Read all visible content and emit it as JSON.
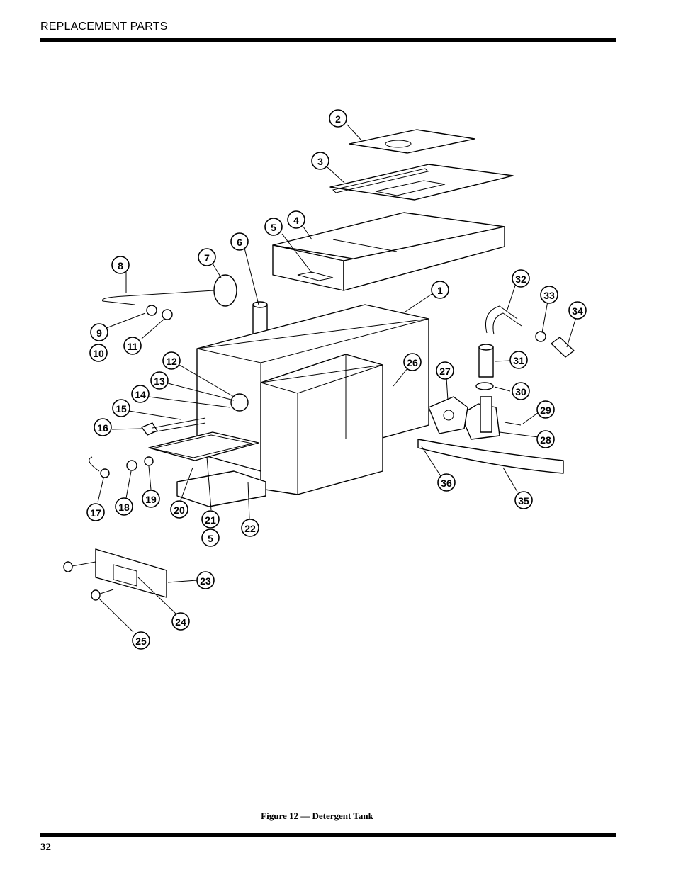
{
  "header": {
    "section_title": "REPLACEMENT PARTS"
  },
  "figure": {
    "caption": "Figure 12 — Detergent Tank",
    "callouts": [
      {
        "id": "c2",
        "label": "2"
      },
      {
        "id": "c3",
        "label": "3"
      },
      {
        "id": "c4",
        "label": "4"
      },
      {
        "id": "c5a",
        "label": "5"
      },
      {
        "id": "c6",
        "label": "6"
      },
      {
        "id": "c7",
        "label": "7"
      },
      {
        "id": "c8",
        "label": "8"
      },
      {
        "id": "c1",
        "label": "1"
      },
      {
        "id": "c32",
        "label": "32"
      },
      {
        "id": "c33",
        "label": "33"
      },
      {
        "id": "c34",
        "label": "34"
      },
      {
        "id": "c9",
        "label": "9"
      },
      {
        "id": "c10",
        "label": "10"
      },
      {
        "id": "c11",
        "label": "11"
      },
      {
        "id": "c12",
        "label": "12"
      },
      {
        "id": "c26",
        "label": "26"
      },
      {
        "id": "c31",
        "label": "31"
      },
      {
        "id": "c13",
        "label": "13"
      },
      {
        "id": "c27",
        "label": "27"
      },
      {
        "id": "c14",
        "label": "14"
      },
      {
        "id": "c30",
        "label": "30"
      },
      {
        "id": "c15",
        "label": "15"
      },
      {
        "id": "c29",
        "label": "29"
      },
      {
        "id": "c16",
        "label": "16"
      },
      {
        "id": "c28",
        "label": "28"
      },
      {
        "id": "c36",
        "label": "36"
      },
      {
        "id": "c17",
        "label": "17"
      },
      {
        "id": "c18",
        "label": "18"
      },
      {
        "id": "c19",
        "label": "19"
      },
      {
        "id": "c20",
        "label": "20"
      },
      {
        "id": "c21",
        "label": "21"
      },
      {
        "id": "c22",
        "label": "22"
      },
      {
        "id": "c35",
        "label": "35"
      },
      {
        "id": "c5b",
        "label": "5"
      },
      {
        "id": "c23",
        "label": "23"
      },
      {
        "id": "c24",
        "label": "24"
      },
      {
        "id": "c25",
        "label": "25"
      }
    ]
  },
  "footer": {
    "page_number": "32"
  }
}
